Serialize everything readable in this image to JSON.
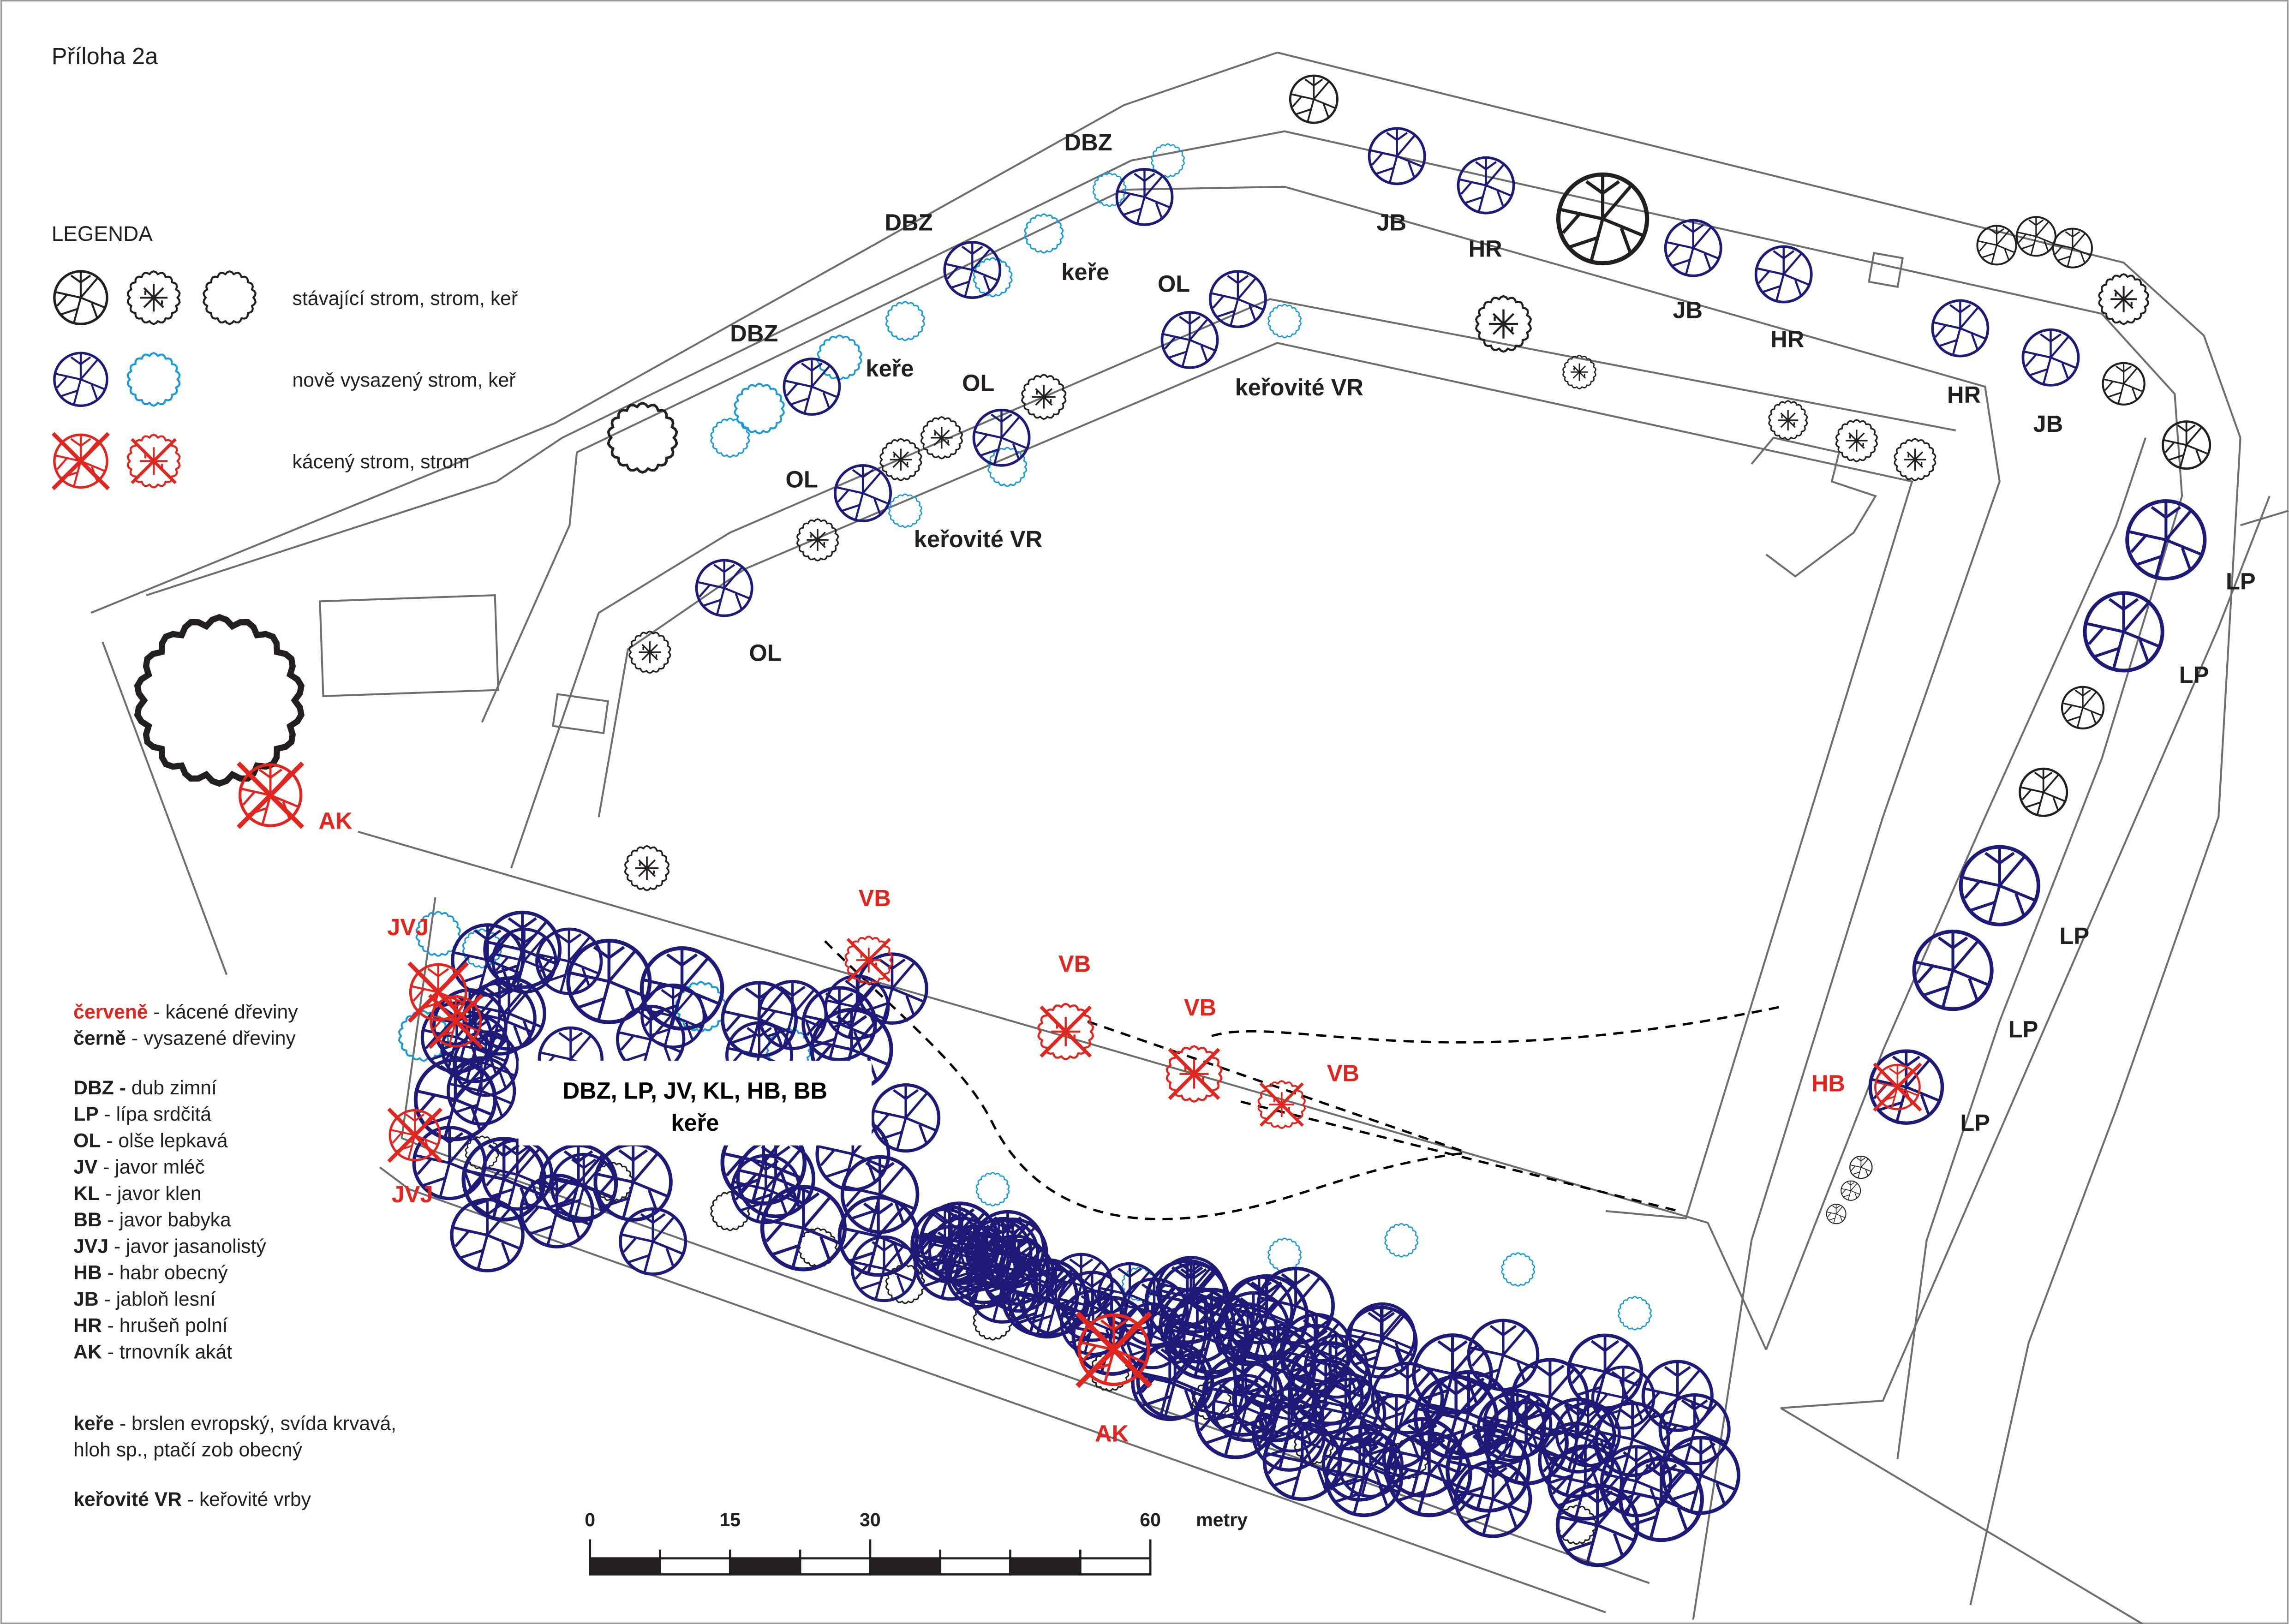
{
  "title": "Příloha 2a",
  "legend": {
    "heading": "LEGENDA",
    "rows": [
      {
        "text": "stávající strom, strom, keř",
        "color": "#231f20"
      },
      {
        "text": "nově vysazený strom, keř",
        "colors": [
          "#1e1a78",
          "#1a9ad6"
        ]
      },
      {
        "text": "kácený strom, strom",
        "color": "#e0261f"
      }
    ]
  },
  "color_note": [
    {
      "key": "červeně",
      "desc": " - kácené dřeviny",
      "color": "#e0261f"
    },
    {
      "key": "černě",
      "desc": " - vysazené dřeviny",
      "color": "#231f20"
    }
  ],
  "abbreviations": [
    {
      "key": "DBZ -",
      "desc": " dub zimní"
    },
    {
      "key": "LP",
      "desc": " - lípa srdčitá"
    },
    {
      "key": "OL",
      "desc": " - olše lepkavá"
    },
    {
      "key": "JV",
      "desc": " - javor mléč"
    },
    {
      "key": "KL",
      "desc": " - javor klen"
    },
    {
      "key": "BB",
      "desc": " - javor babyka"
    },
    {
      "key": "JVJ",
      "desc": " - javor jasanolistý"
    },
    {
      "key": "HB",
      "desc": " - habr obecný"
    },
    {
      "key": "JB",
      "desc": " - jabloň lesní"
    },
    {
      "key": "HR",
      "desc": " - hrušeň polní"
    },
    {
      "key": "AK",
      "desc": " - trnovník akát"
    }
  ],
  "shrubs_note": {
    "key": "keře",
    "desc": " - brslen evropský, svída krvavá,",
    "line2": "hloh sp., ptačí zob obecný"
  },
  "willows_note": {
    "key": "keřovité VR",
    "desc": " - keřovité vrby"
  },
  "map_labels": {
    "dbz": "DBZ",
    "kere": "keře",
    "ol": "OL",
    "kerovite_vr": "keřovité VR",
    "jb": "JB",
    "hr": "HR",
    "lp": "LP",
    "hb": "HB",
    "ak": "AK",
    "jvj": "JVJ",
    "vb": "VB",
    "group_line1": "DBZ, LP, JV, KL, HB, BB",
    "group_line2": "keře"
  },
  "scale": {
    "ticks": [
      "0",
      "15",
      "30",
      "60"
    ],
    "unit": "metry"
  },
  "colors": {
    "existing": "#231f20",
    "new_tree": "#1e1a78",
    "new_shrub": "#1a9ad6",
    "felled": "#e0261f",
    "outline": "#6d6e70"
  }
}
